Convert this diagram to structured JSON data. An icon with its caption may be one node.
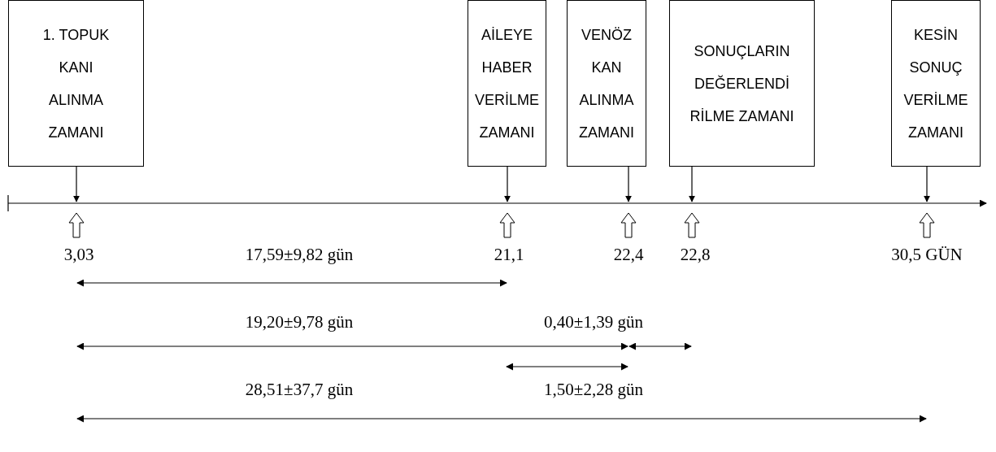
{
  "diagram": {
    "nodes": [
      {
        "text": [
          "1. TOPUK KANI ALINMA ZAMANI"
        ]
      },
      {
        "text": [
          "AİLEYE HABER VERİLME ZAMANI"
        ]
      },
      {
        "text": [
          "VENÖZ KAN ALINMA ZAMANI"
        ]
      },
      {
        "text": [
          "SONUÇLARIN DEĞERLENDİ RİLME ZAMANI"
        ]
      },
      {
        "text": [
          "KESİN SONUÇ VERİLME ZAMANI"
        ]
      }
    ],
    "edges": [
      {
        "from": 0,
        "to": null,
        "arrow": "to"
      },
      {
        "from": 1,
        "to": null,
        "arrow": "to"
      },
      {
        "from": 2,
        "to": null,
        "arrow": "to"
      },
      {
        "from": 3,
        "to": null,
        "arrow": "to"
      },
      {
        "from": 4,
        "to": null,
        "arrow": "to"
      }
    ],
    "labels": [
      "3,03",
      "17,59±9,82 gün",
      "21,1",
      "22,4",
      "22,8",
      "30,5 GÜN",
      "19,20±9,78 gün",
      "0,40±1,39 gün",
      "28,51±37,7 gün",
      "1,50±2,28 gün"
    ]
  }
}
